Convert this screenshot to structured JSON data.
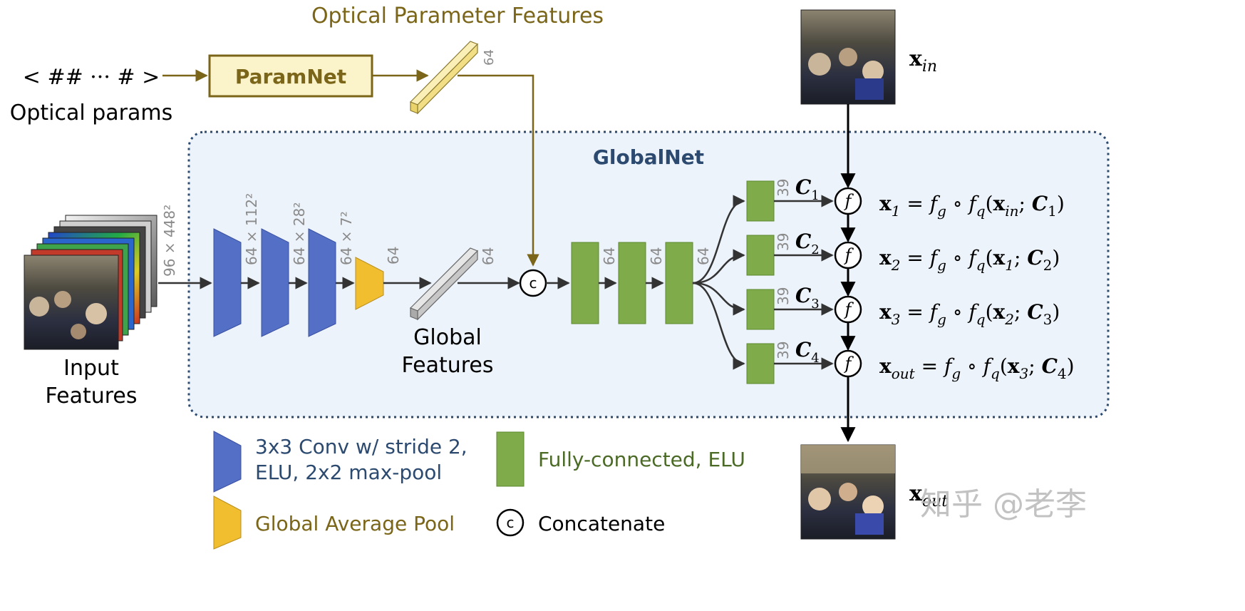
{
  "title_optical_features": "Optical Parameter Features",
  "optical_input_text": "< ## ··· # >",
  "optical_params_label": "Optical params",
  "paramnet_label": "ParamNet",
  "globalnet_label": "GlobalNet",
  "input_features_label": [
    "Input",
    "Features"
  ],
  "global_features_label": [
    "Global",
    "Features"
  ],
  "dims": {
    "input": "96 × 448²",
    "conv1": "64 × 112²",
    "conv2": "64 × 28²",
    "conv3": "64 × 7²",
    "pool": "64",
    "global_vec": "64",
    "param_vec": "64",
    "fc1": "64",
    "fc2": "64",
    "fc3": "64",
    "head": "39"
  },
  "coeff_labels": [
    "C",
    "C",
    "C",
    "C"
  ],
  "coeff_subs": [
    "1",
    "2",
    "3",
    "4"
  ],
  "func_symbol": "f",
  "concat_symbol": "c",
  "x_in_label": {
    "base": "x",
    "sub": "in"
  },
  "x_out_label": {
    "base": "x",
    "sub": "out"
  },
  "equations": [
    {
      "lhs_base": "x",
      "lhs_sub": "1",
      "rhs_in_base": "x",
      "rhs_in_sub": "in",
      "c_sub": "1"
    },
    {
      "lhs_base": "x",
      "lhs_sub": "2",
      "rhs_in_base": "x",
      "rhs_in_sub": "1",
      "c_sub": "2"
    },
    {
      "lhs_base": "x",
      "lhs_sub": "3",
      "rhs_in_base": "x",
      "rhs_in_sub": "2",
      "c_sub": "3"
    },
    {
      "lhs_base": "x",
      "lhs_sub": "out",
      "rhs_in_base": "x",
      "rhs_in_sub": "3",
      "c_sub": "4"
    }
  ],
  "legend": {
    "conv": [
      "3x3 Conv w/ stride 2,",
      "ELU, 2x2 max-pool"
    ],
    "fc": "Fully-connected, ELU",
    "pool": "Global Average Pool",
    "concat": "Concatenate"
  },
  "watermark": "知乎 @老李",
  "colors": {
    "conv": "#5470c6",
    "fc": "#7fab4a",
    "pool": "#f0be2e",
    "paramnet_fill": "#fbf3c9",
    "paramnet_stroke": "#7a6518",
    "globalnet_bg": "#edf3fb",
    "globalnet_border": "#2c4a70",
    "dim_text": "#8a8a8a"
  }
}
